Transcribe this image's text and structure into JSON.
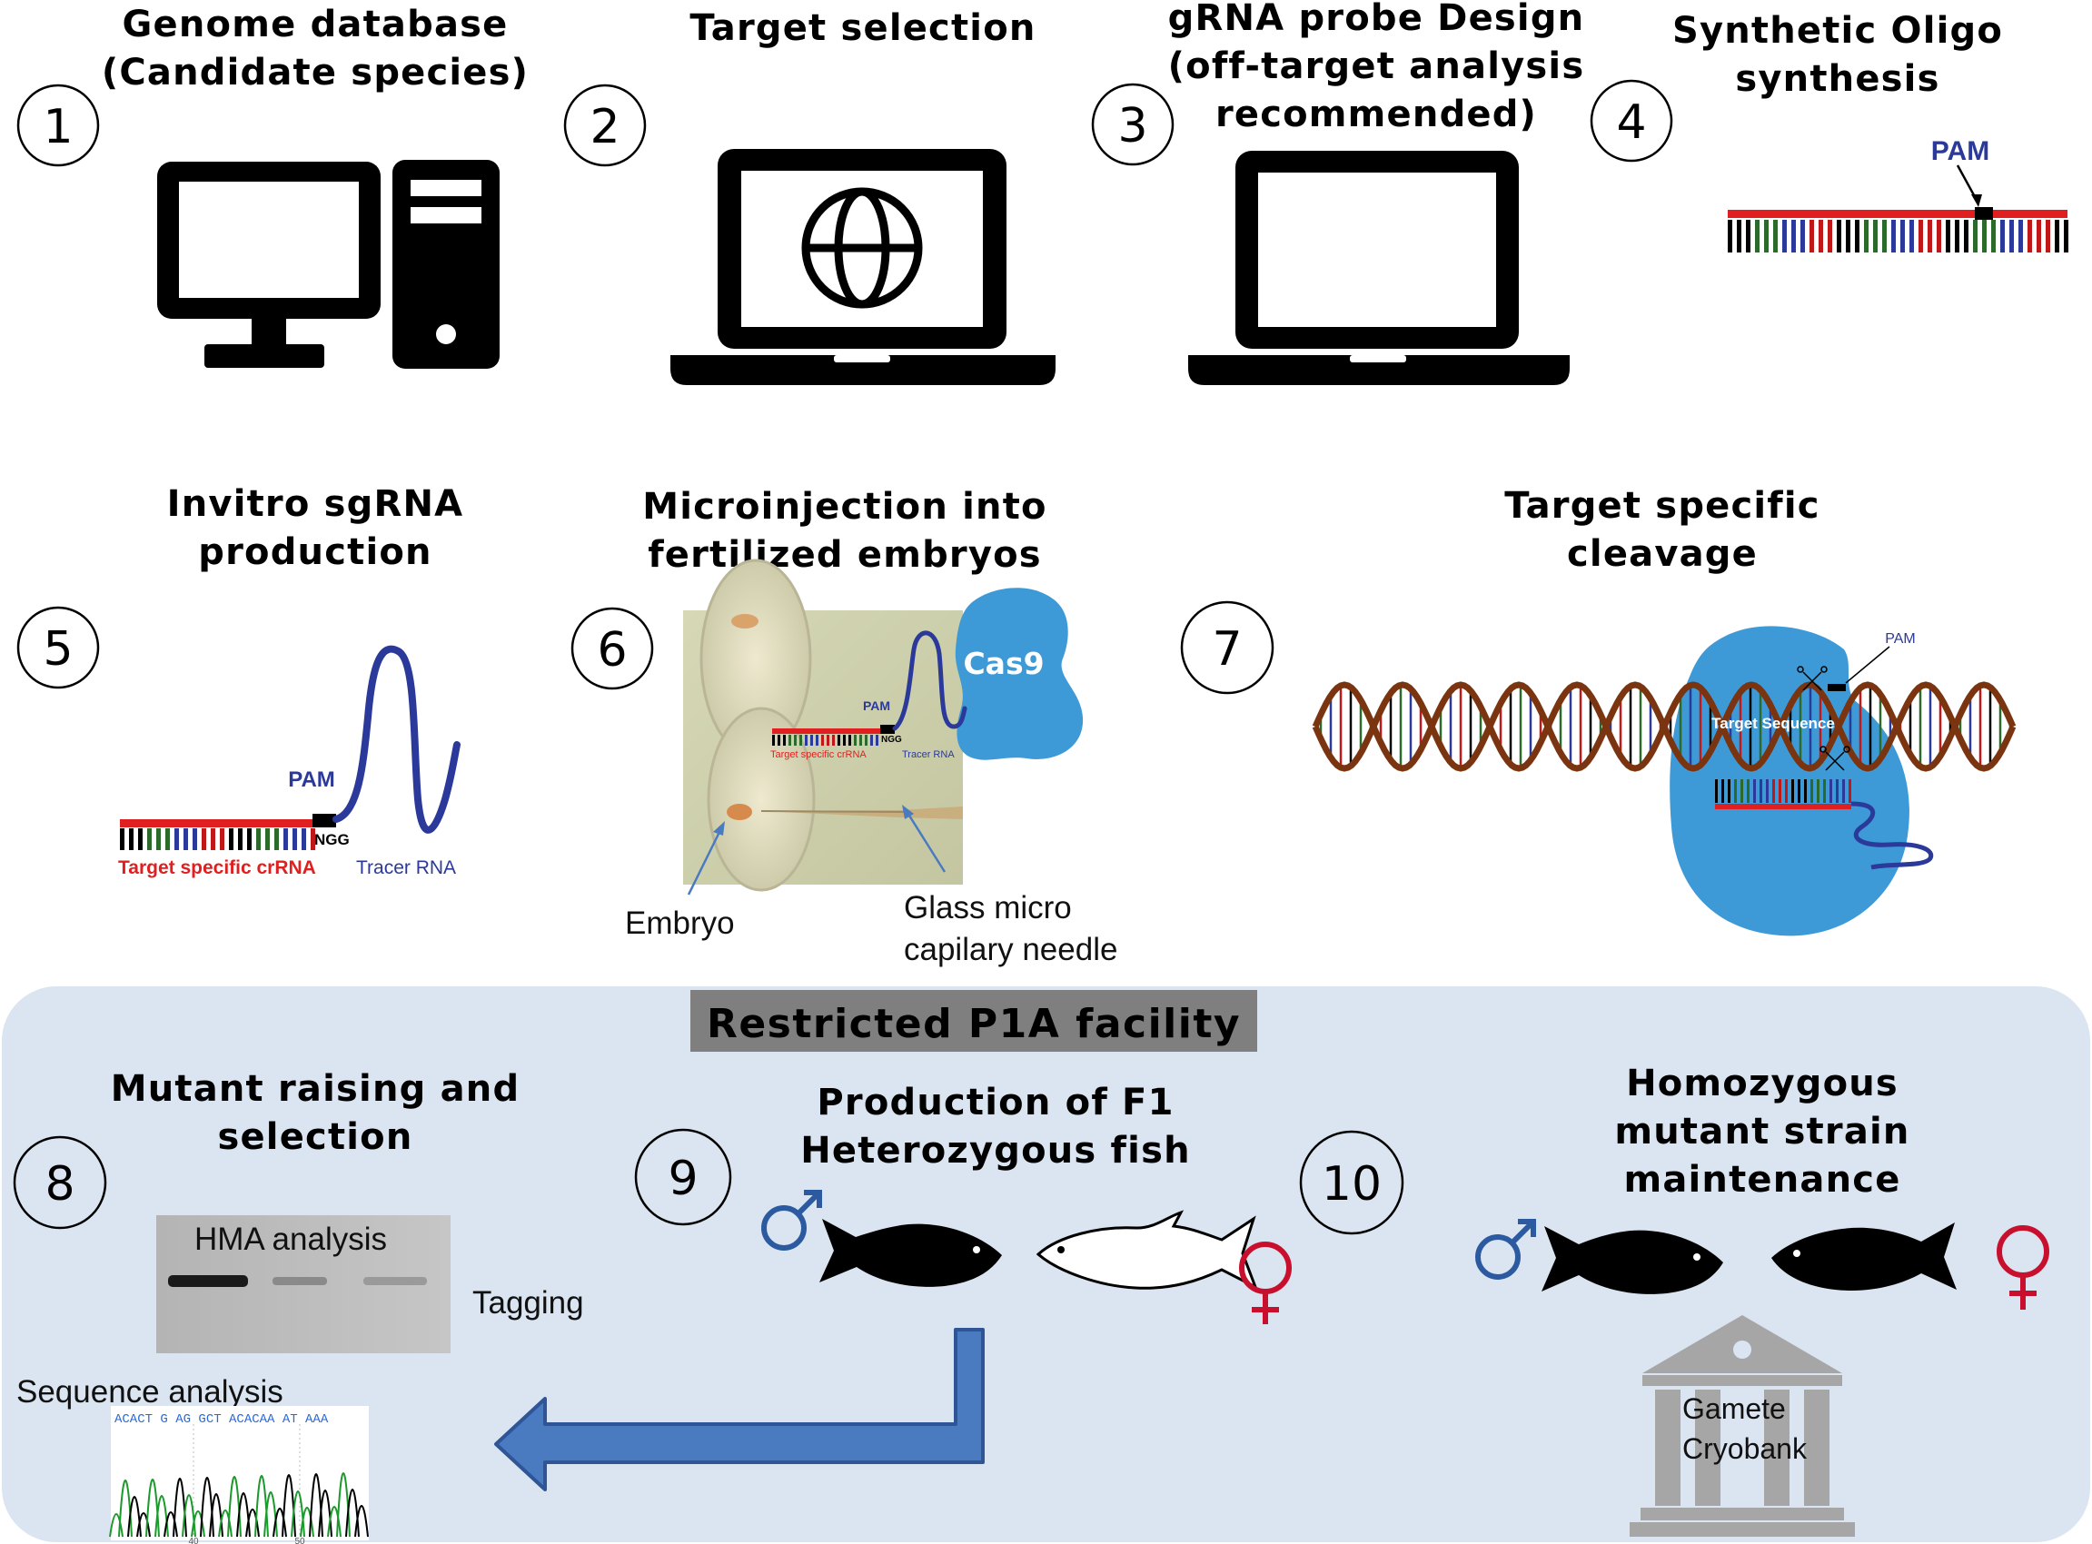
{
  "steps": [
    {
      "num": "1",
      "title_lines": [
        "Genome database",
        "(Candidate species)"
      ]
    },
    {
      "num": "2",
      "title_lines": [
        "Target selection"
      ]
    },
    {
      "num": "3",
      "title_lines": [
        "gRNA probe Design",
        "(off-target analysis",
        "recommended)"
      ]
    },
    {
      "num": "4",
      "title_lines": [
        "Synthetic Oligo",
        "synthesis"
      ]
    },
    {
      "num": "5",
      "title_lines": [
        "Invitro sgRNA",
        "production"
      ]
    },
    {
      "num": "6",
      "title_lines": [
        "Microinjection into",
        "fertilized embryos"
      ]
    },
    {
      "num": "7",
      "title_lines": [
        "Target specific",
        "cleavage"
      ]
    },
    {
      "num": "8",
      "title_lines": [
        "Mutant raising and",
        "selection"
      ]
    },
    {
      "num": "9",
      "title_lines": [
        "Production of F1",
        "Heterozygous fish"
      ]
    },
    {
      "num": "10",
      "title_lines": [
        "Homozygous",
        "mutant strain",
        "maintenance"
      ]
    }
  ],
  "labels": {
    "pam": "PAM",
    "ngg": "NGG",
    "crrna": "Target  specific crRNA",
    "tracer": "Tracer RNA",
    "crrna_small": "Target  specific crRNA",
    "tracer_small": "Tracer RNA",
    "cas9": "Cas9",
    "embryo": "Embryo",
    "needle_line1": "Glass micro",
    "needle_line2": "capilary needle",
    "target_sequence": "Target Sequence",
    "facility": "Restricted P1A facility",
    "hma": "HMA analysis",
    "tagging": "Tagging",
    "sequence_analysis": "Sequence analysis",
    "seq_letters": "ACACT G AG GCT ACACAA AT AAA",
    "tick1": "40",
    "tick2": "50",
    "cryobank_line1": "Gamete",
    "cryobank_line2": "Cryobank"
  },
  "colors": {
    "panel_bg": "#dbe5f1",
    "cas9_blue": "#3d9ad6",
    "arrow_blue": "#4a7abf",
    "rna_blue": "#2b3a9a",
    "rna_red": "#e02020",
    "dna_brown": "#7a3410",
    "male_symbol": "#2c5aa0",
    "female_symbol": "#c8102e"
  },
  "icons": [
    "desktop-computer-icon",
    "laptop-globe-icon",
    "laptop-icon",
    "fish-icon",
    "male-symbol-icon",
    "female-symbol-icon",
    "bank-building-icon",
    "scissors-icon"
  ]
}
